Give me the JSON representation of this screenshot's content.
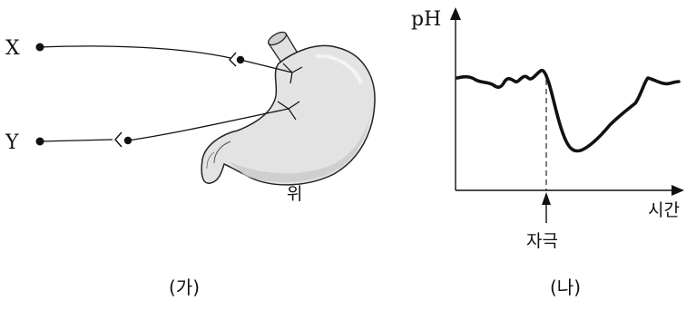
{
  "panel_a": {
    "nerve_x_label": "X",
    "nerve_y_label": "Y",
    "organ_label": "위",
    "caption": "(가)"
  },
  "panel_b": {
    "y_axis_label": "pH",
    "x_axis_label": "시간",
    "stimulus_label": "자극",
    "caption": "(나)"
  }
}
